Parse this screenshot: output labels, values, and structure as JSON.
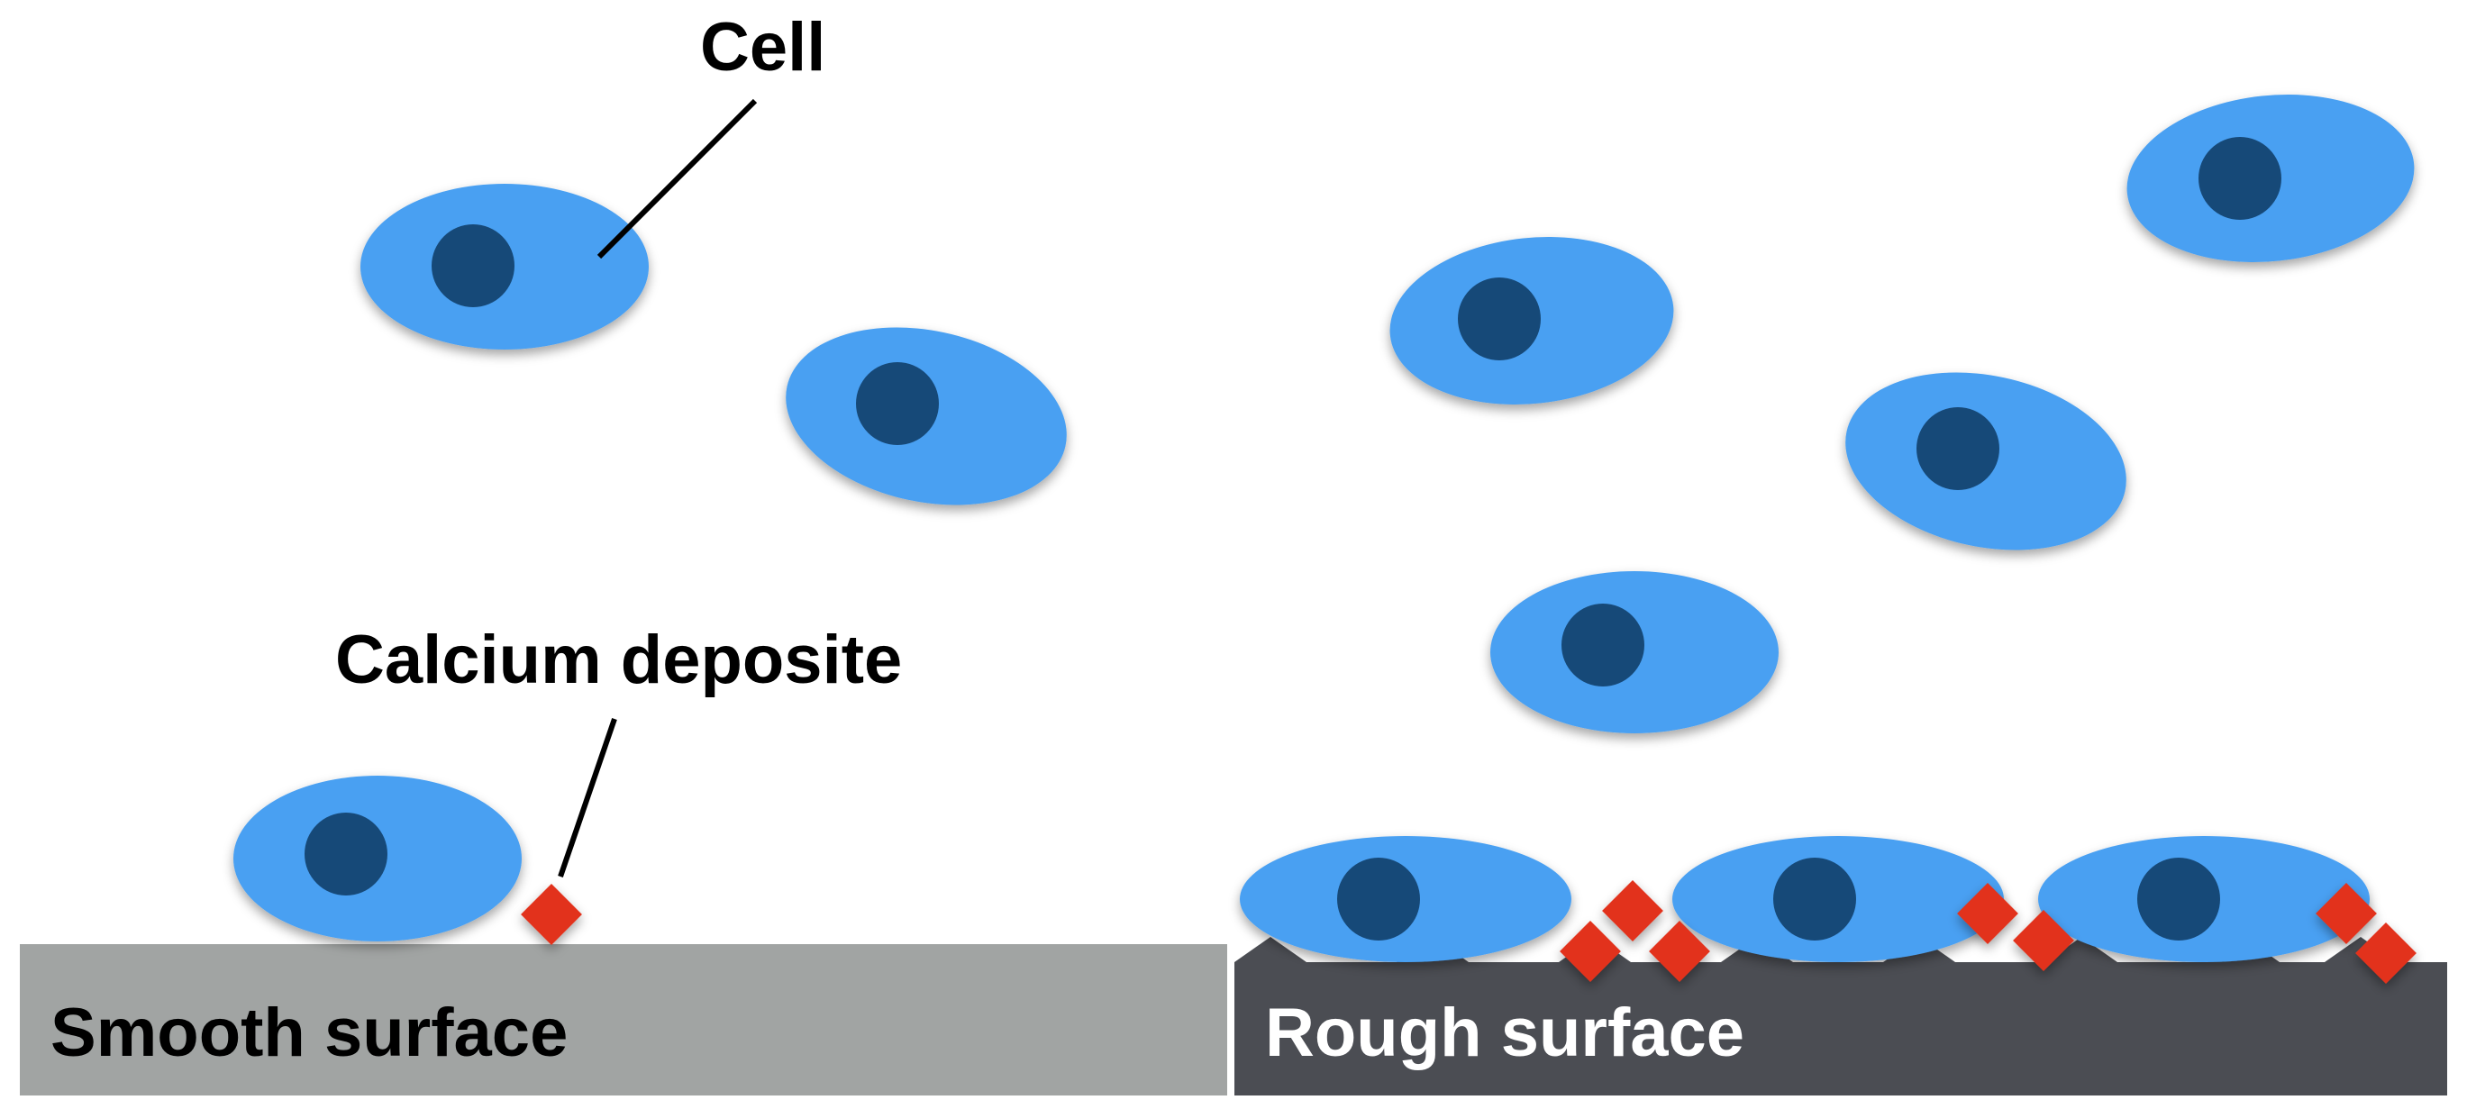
{
  "labels": {
    "cell": "Cell",
    "calcium_deposit": "Calcium deposite",
    "smooth_surface": "Smooth surface",
    "rough_surface": "Rough surface"
  },
  "colors": {
    "background": "#ffffff",
    "cell_body": "#4aa0f2",
    "cell_nucleus": "#174878",
    "calcium_deposit": "#e2321c",
    "smooth_surface": "#a1a4a3",
    "rough_surface": "#4b4d53",
    "surface_text": "#ffffff",
    "label_text": "#000000",
    "leader_line": "#000000"
  },
  "panels": {
    "smooth": {
      "surface_label": "Smooth surface",
      "cell_count": 3,
      "adhered_cells": 1,
      "calcium_deposits": 1
    },
    "rough": {
      "surface_label": "Rough surface",
      "cell_count": 7,
      "adhered_cells": 3,
      "calcium_deposits": 7
    }
  }
}
